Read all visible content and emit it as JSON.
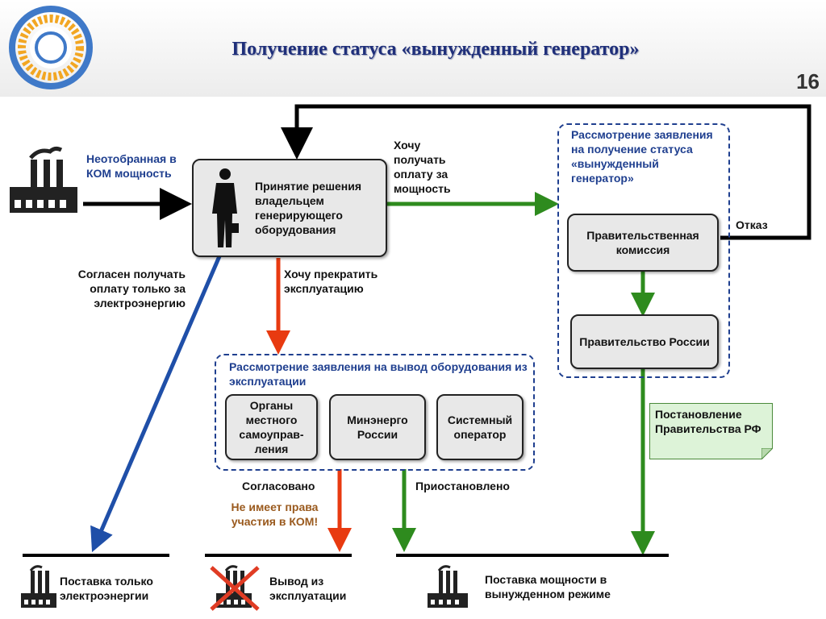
{
  "header": {
    "title": "Получение статуса «вынужденный генератор»",
    "page_number": "16"
  },
  "left_label": "Неотобранная в КОМ мощность",
  "owner_box": "Принятие решения владельцем генерирующего оборудования",
  "want_pay_label": "Хочу получать оплату за мощность",
  "want_stop_label": "Хочу прекратить эксплуатацию",
  "agree_label": "Согласен получать оплату только за электроэнергию",
  "refuse_label": "Отказ",
  "review_forced": {
    "title": "Рассмотрение заявления на получение статуса «вынужденный генератор»",
    "gov_commission": "Правительственная комиссия",
    "gov_russia": "Правительство России"
  },
  "review_decommission": {
    "title": "Рассмотрение заявления на вывод оборудования из эксплуатации",
    "local_gov": "Органы местного самоуправ-ления",
    "minenergo": "Минэнерго России",
    "system_operator": "Системный оператор"
  },
  "approved_label": "Согласовано",
  "no_rights_label": "Не имеет права участия в КОМ!",
  "suspended_label": "Приостановлено",
  "resolution_note": "Постановление Правительства РФ",
  "outcomes": {
    "energy_only": "Поставка только электроэнергии",
    "decommission": "Вывод из эксплуатации",
    "forced_mode": "Поставка мощности в вынужденном режиме"
  },
  "colors": {
    "title": "#1f2f7a",
    "black_arrow": "#000000",
    "green_arrow": "#2e8b1e",
    "red_arrow": "#e83a10",
    "blue_arrow": "#1f4fa8",
    "dashed_border": "#1f3f8f"
  }
}
